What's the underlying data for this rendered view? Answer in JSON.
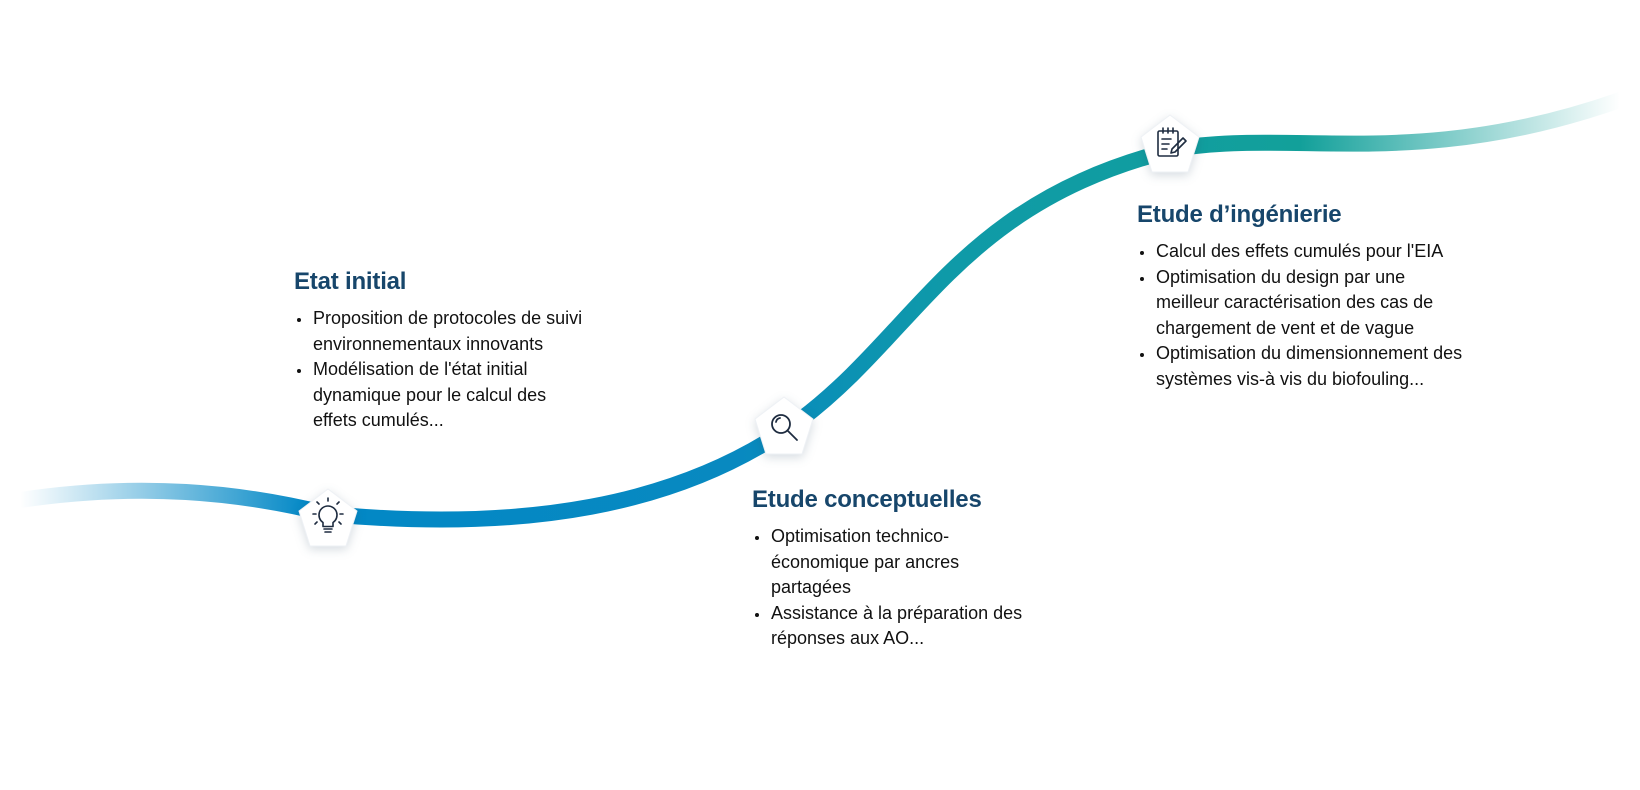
{
  "colors": {
    "title": "#17466b",
    "text": "#111111",
    "curve_blue": "#0288c6",
    "curve_teal": "#12a09a",
    "icon_stroke": "#1e2c40"
  },
  "stages": [
    {
      "icon": "lightbulb-icon",
      "title": "Etat initial",
      "items": [
        "Proposition de protocoles de suivi environnementaux innovants",
        "Modélisation de l'état initial dynamique pour le calcul des effets cumulés..."
      ]
    },
    {
      "icon": "magnifier-icon",
      "title": "Etude conceptuelles",
      "items": [
        "Optimisation technico-économique par ancres partagées",
        "Assistance à la préparation des réponses aux AO..."
      ]
    },
    {
      "icon": "checklist-pencil-icon",
      "title": "Etude d’ingénierie",
      "items": [
        "Calcul des effets cumulés pour l'EIA",
        "Optimisation du design par une meilleur caractérisation des cas de chargement de vent et de vague",
        "Optimisation du dimensionnement des systèmes vis-à vis du biofouling..."
      ]
    }
  ]
}
